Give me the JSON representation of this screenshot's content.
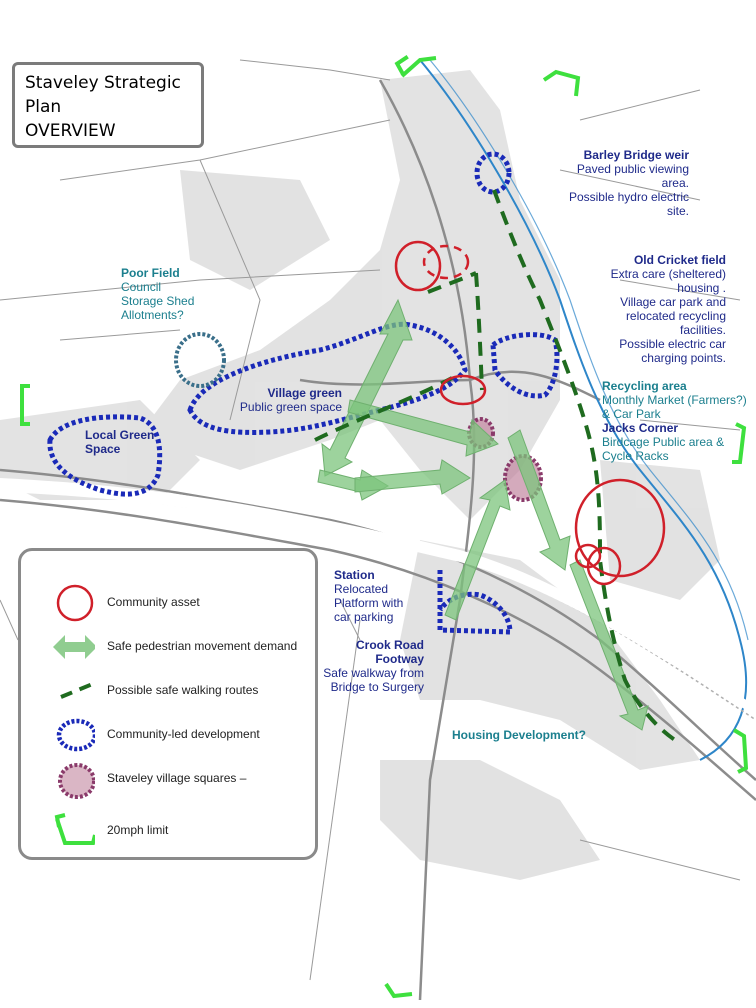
{
  "title": {
    "lines": [
      "Staveley Strategic",
      "Plan",
      "OVERVIEW"
    ]
  },
  "annotations": {
    "barley_bridge": {
      "heading": "Barley Bridge weir",
      "lines": [
        "Paved public viewing",
        "area.",
        "Possible hydro electric",
        "site."
      ]
    },
    "old_cricket": {
      "heading": "Old Cricket field",
      "lines": [
        "Extra care (sheltered)",
        "housing .",
        "Village car park and",
        "relocated recycling",
        "facilities.",
        "Possible electric car",
        "charging points."
      ]
    },
    "poor_field": {
      "heading": "Poor Field",
      "lines": [
        "Council",
        "Storage Shed",
        "Allotments?"
      ]
    },
    "village_green": {
      "heading": "Village green",
      "lines": [
        "Public green space"
      ]
    },
    "local_green": {
      "lines": [
        "Local Green",
        "Space"
      ]
    },
    "recycling": {
      "heading": "Recycling area",
      "lines": [
        "Monthly Market (Farmers?)",
        "& Car Park"
      ]
    },
    "jacks_corner": {
      "heading": "Jacks Corner",
      "lines": [
        "Birdcage Public area &",
        "Cycle Racks"
      ]
    },
    "station": {
      "heading": "Station",
      "lines": [
        "Relocated",
        "Platform with",
        "car parking"
      ]
    },
    "crook_road": {
      "heading_lines": [
        "Crook Road",
        "Footway"
      ],
      "lines": [
        "Safe walkway from",
        "Bridge to Surgery"
      ]
    },
    "housing": {
      "heading": "Housing Development?"
    }
  },
  "legend": {
    "items": [
      {
        "label": "Community asset",
        "icon": "red-circle-icon"
      },
      {
        "label": "Safe pedestrian movement demand",
        "icon": "green-double-arrow-icon"
      },
      {
        "label": "Possible safe walking routes",
        "icon": "green-dashed-line-icon"
      },
      {
        "label": "Community-led development",
        "icon": "blue-dotted-ellipse-icon"
      },
      {
        "label": "Staveley village squares –",
        "icon": "purple-dotted-ellipse-icon"
      },
      {
        "label": "20mph limit",
        "icon": "green-bracket-icon"
      }
    ]
  },
  "colors": {
    "community_asset": "#d0202a",
    "pedestrian_arrow": "#7cc47c",
    "walking_route": "#1f6b1f",
    "community_led": "#1a2ab8",
    "village_square": "#8a3a6a",
    "speed_limit": "#3ee03e",
    "river": "#2e86c9"
  }
}
